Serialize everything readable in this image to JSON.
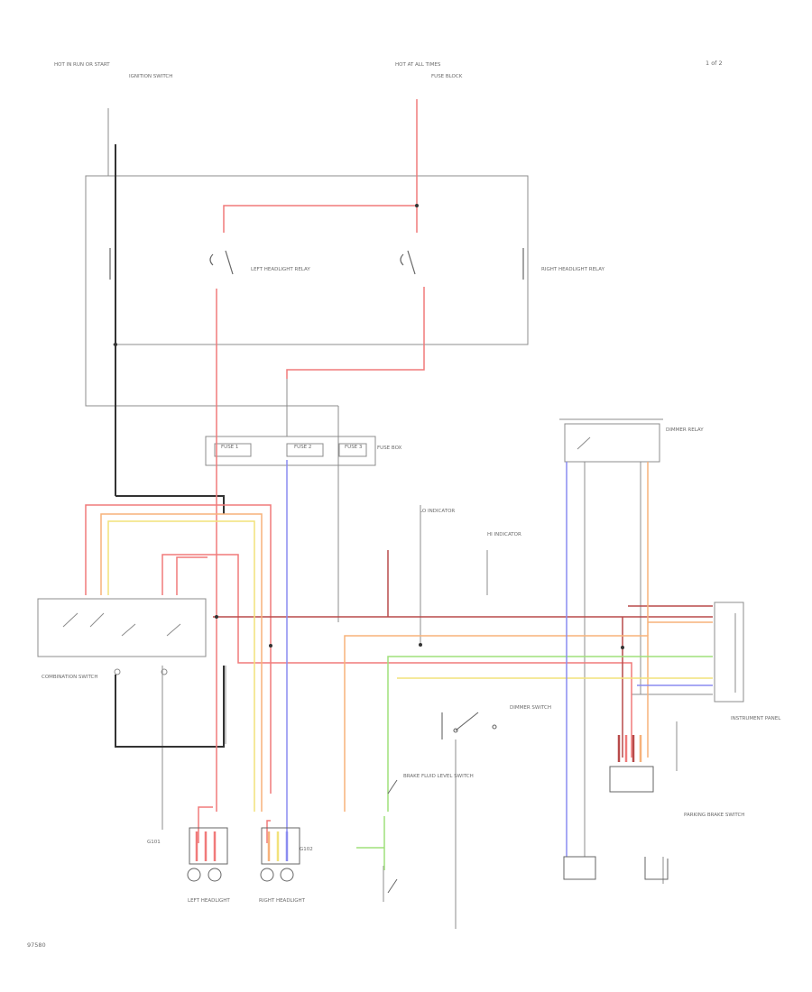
{
  "page_label": "1 of 2",
  "figure_id": "97580",
  "source_labels": {
    "hot_in_run": "HOT IN RUN OR START",
    "hot_at_all_times": "HOT AT ALL TIMES",
    "ignition_switch": "IGNITION SWITCH",
    "fuse_block": "FUSE BLOCK"
  },
  "components": {
    "left_relay": "LEFT HEADLIGHT RELAY",
    "right_relay": "RIGHT HEADLIGHT RELAY",
    "fuse_box": "FUSE BOX",
    "fuse_1": "FUSE 1",
    "fuse_2": "FUSE 2",
    "fuse_3": "FUSE 3",
    "dimmer_relay": "DIMMER RELAY",
    "combination_switch": "COMBINATION SWITCH",
    "lo_indicator": "LO INDICATOR",
    "hi_indicator": "HI INDICATOR",
    "dimmer_switch": "DIMMER SWITCH",
    "brake_fluid_switch": "BRAKE FLUID LEVEL SWITCH",
    "parking_brake_switch": "PARKING BRAKE SWITCH",
    "instrument_panel": "INSTRUMENT PANEL",
    "left_headlight": "LEFT HEADLIGHT",
    "right_headlight": "RIGHT HEADLIGHT",
    "gnd_left": "G101",
    "gnd_right": "G102",
    "left_caption": "LEFT HEADLIGHT",
    "right_caption": "RIGHT HEADLIGHT"
  },
  "wire_colors": {
    "red": "#f07a7a",
    "dark_red": "#b84a4a",
    "orange": "#f7b27a",
    "yellow": "#f2e27a",
    "green": "#9fe07a",
    "blue": "#8a8cf0",
    "black": "#333333",
    "gray": "#8c8c8c"
  }
}
